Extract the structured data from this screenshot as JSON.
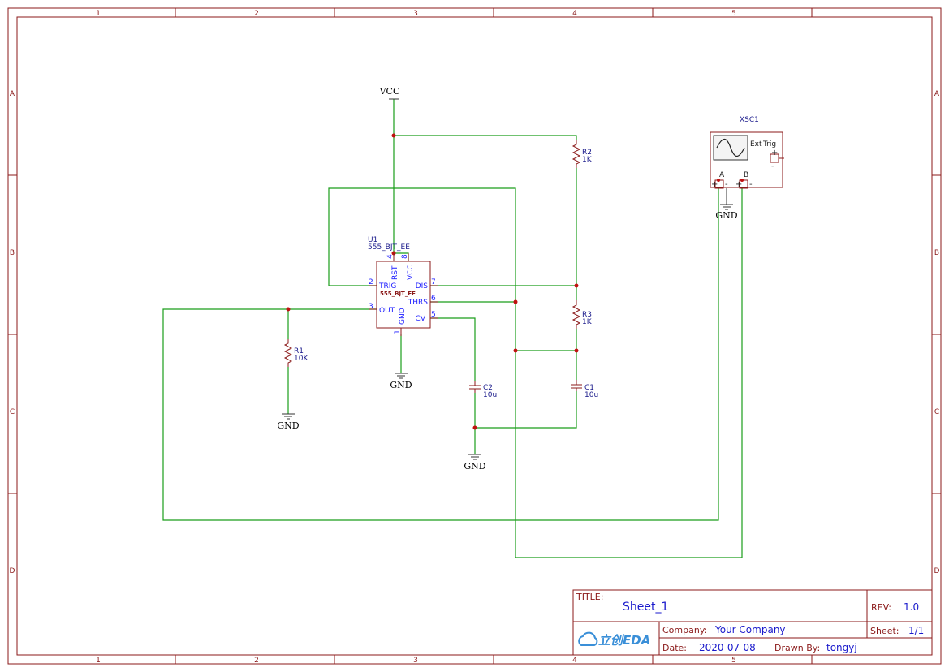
{
  "frame": {
    "columns": [
      "1",
      "2",
      "3",
      "4",
      "5"
    ],
    "rows": [
      "A",
      "B",
      "C",
      "D"
    ]
  },
  "nets": {
    "vcc": "VCC",
    "gnd_u1": "GND",
    "gnd_r1": "GND",
    "gnd_c2": "GND",
    "gnd_scope": "GND"
  },
  "u1": {
    "designator": "U1",
    "value": "555_BJT_EE",
    "body_label": "555_BJT_EE",
    "pins": {
      "rst": {
        "name": "RST",
        "num": "4"
      },
      "vcc": {
        "name": "VCC",
        "num": "8"
      },
      "trig": {
        "name": "TRIG",
        "num": "2"
      },
      "dis": {
        "name": "DIS",
        "num": "7"
      },
      "thrs": {
        "name": "THRS",
        "num": "6"
      },
      "out": {
        "name": "OUT",
        "num": "3"
      },
      "cv": {
        "name": "CV",
        "num": "5"
      },
      "gnd": {
        "name": "GND",
        "num": "1"
      }
    }
  },
  "r1": {
    "designator": "R1",
    "value": "10K"
  },
  "r2": {
    "designator": "R2",
    "value": "1K"
  },
  "r3": {
    "designator": "R3",
    "value": "1K"
  },
  "c1": {
    "designator": "C1",
    "value": "10u"
  },
  "c2": {
    "designator": "C2",
    "value": "10u"
  },
  "xsc1": {
    "designator": "XSC1",
    "ext_label": "Ext",
    "trig_label": "Trig",
    "channel_a": "A",
    "channel_b": "B"
  },
  "title_block": {
    "title_label": "TITLE:",
    "title": "Sheet_1",
    "rev_label": "REV:",
    "rev": "1.0",
    "company_label": "Company:",
    "company": "Your Company",
    "sheet_label": "Sheet:",
    "sheet": "1/1",
    "date_label": "Date:",
    "date": "2020-07-08",
    "drawn_label": "Drawn By:",
    "drawn_by": "tongyj",
    "logo": "立创EDA"
  },
  "colors": {
    "frame": "#8b1a1a",
    "wire": "#1a9e1a",
    "junction": "#c01010",
    "pin_text": "#1a1aff",
    "value_text": "#1a1acc"
  }
}
